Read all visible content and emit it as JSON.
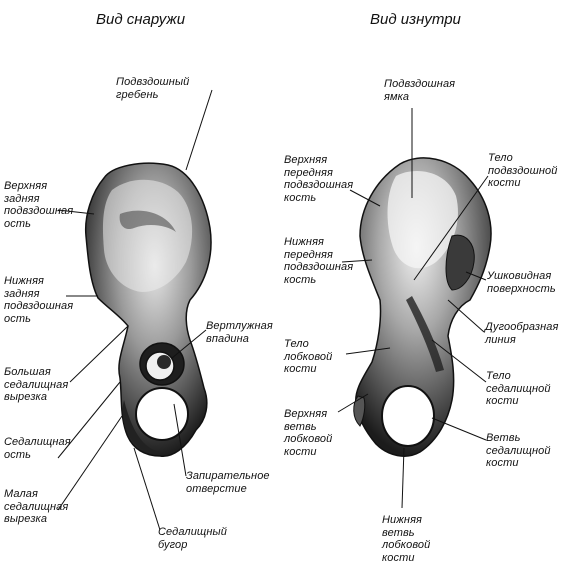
{
  "colors": {
    "ink": "#111111",
    "bone_dark": "#2a2a2a",
    "bone_light": "#dcdcdc",
    "background": "#ffffff"
  },
  "left": {
    "title": "Вид снаружи",
    "labels": {
      "iliac_crest": "Подвздошный\nгребень",
      "posterior_superior_spine": "Верхняя\nзадняя\nподвздошная\nость",
      "posterior_inferior_spine": "Нижняя\nзадняя\nподвздошная\nость",
      "greater_sciatic_notch": "Большая\nседалищная\nвырезка",
      "ischial_spine": "Седалищная\nость",
      "lesser_sciatic_notch": "Малая\nседалищная\nвырезка",
      "acetabulum": "Вертлужная\nвпадина",
      "obturator_foramen": "Запирательное\nотверстие",
      "ischial_tuberosity": "Седалищный\nбугор"
    }
  },
  "right": {
    "title": "Вид изнутри",
    "labels": {
      "iliac_fossa": "Подвздошная\nямка",
      "anterior_superior_spine": "Верхняя\nпередняя\nподвздошная\nкость",
      "anterior_inferior_spine": "Нижняя\nпередняя\nподвздошная\nкость",
      "body_of_ilium": "Тело\nподвздошной\nкости",
      "auricular_surface": "Ушковидная\nповерхность",
      "arcuate_line": "Дугообразная\nлиния",
      "body_of_pubis": "Тело\nлобковой\nкости",
      "body_of_ischium": "Тело\nседалищной\nкости",
      "superior_pubic_ramus": "Верхняя\nветвь\nлобковой\nкости",
      "ischial_ramus": "Ветвь\nседалищной\nкости",
      "inferior_pubic_ramus": "Нижняя\nветвь\nлобковой\nкости"
    }
  }
}
